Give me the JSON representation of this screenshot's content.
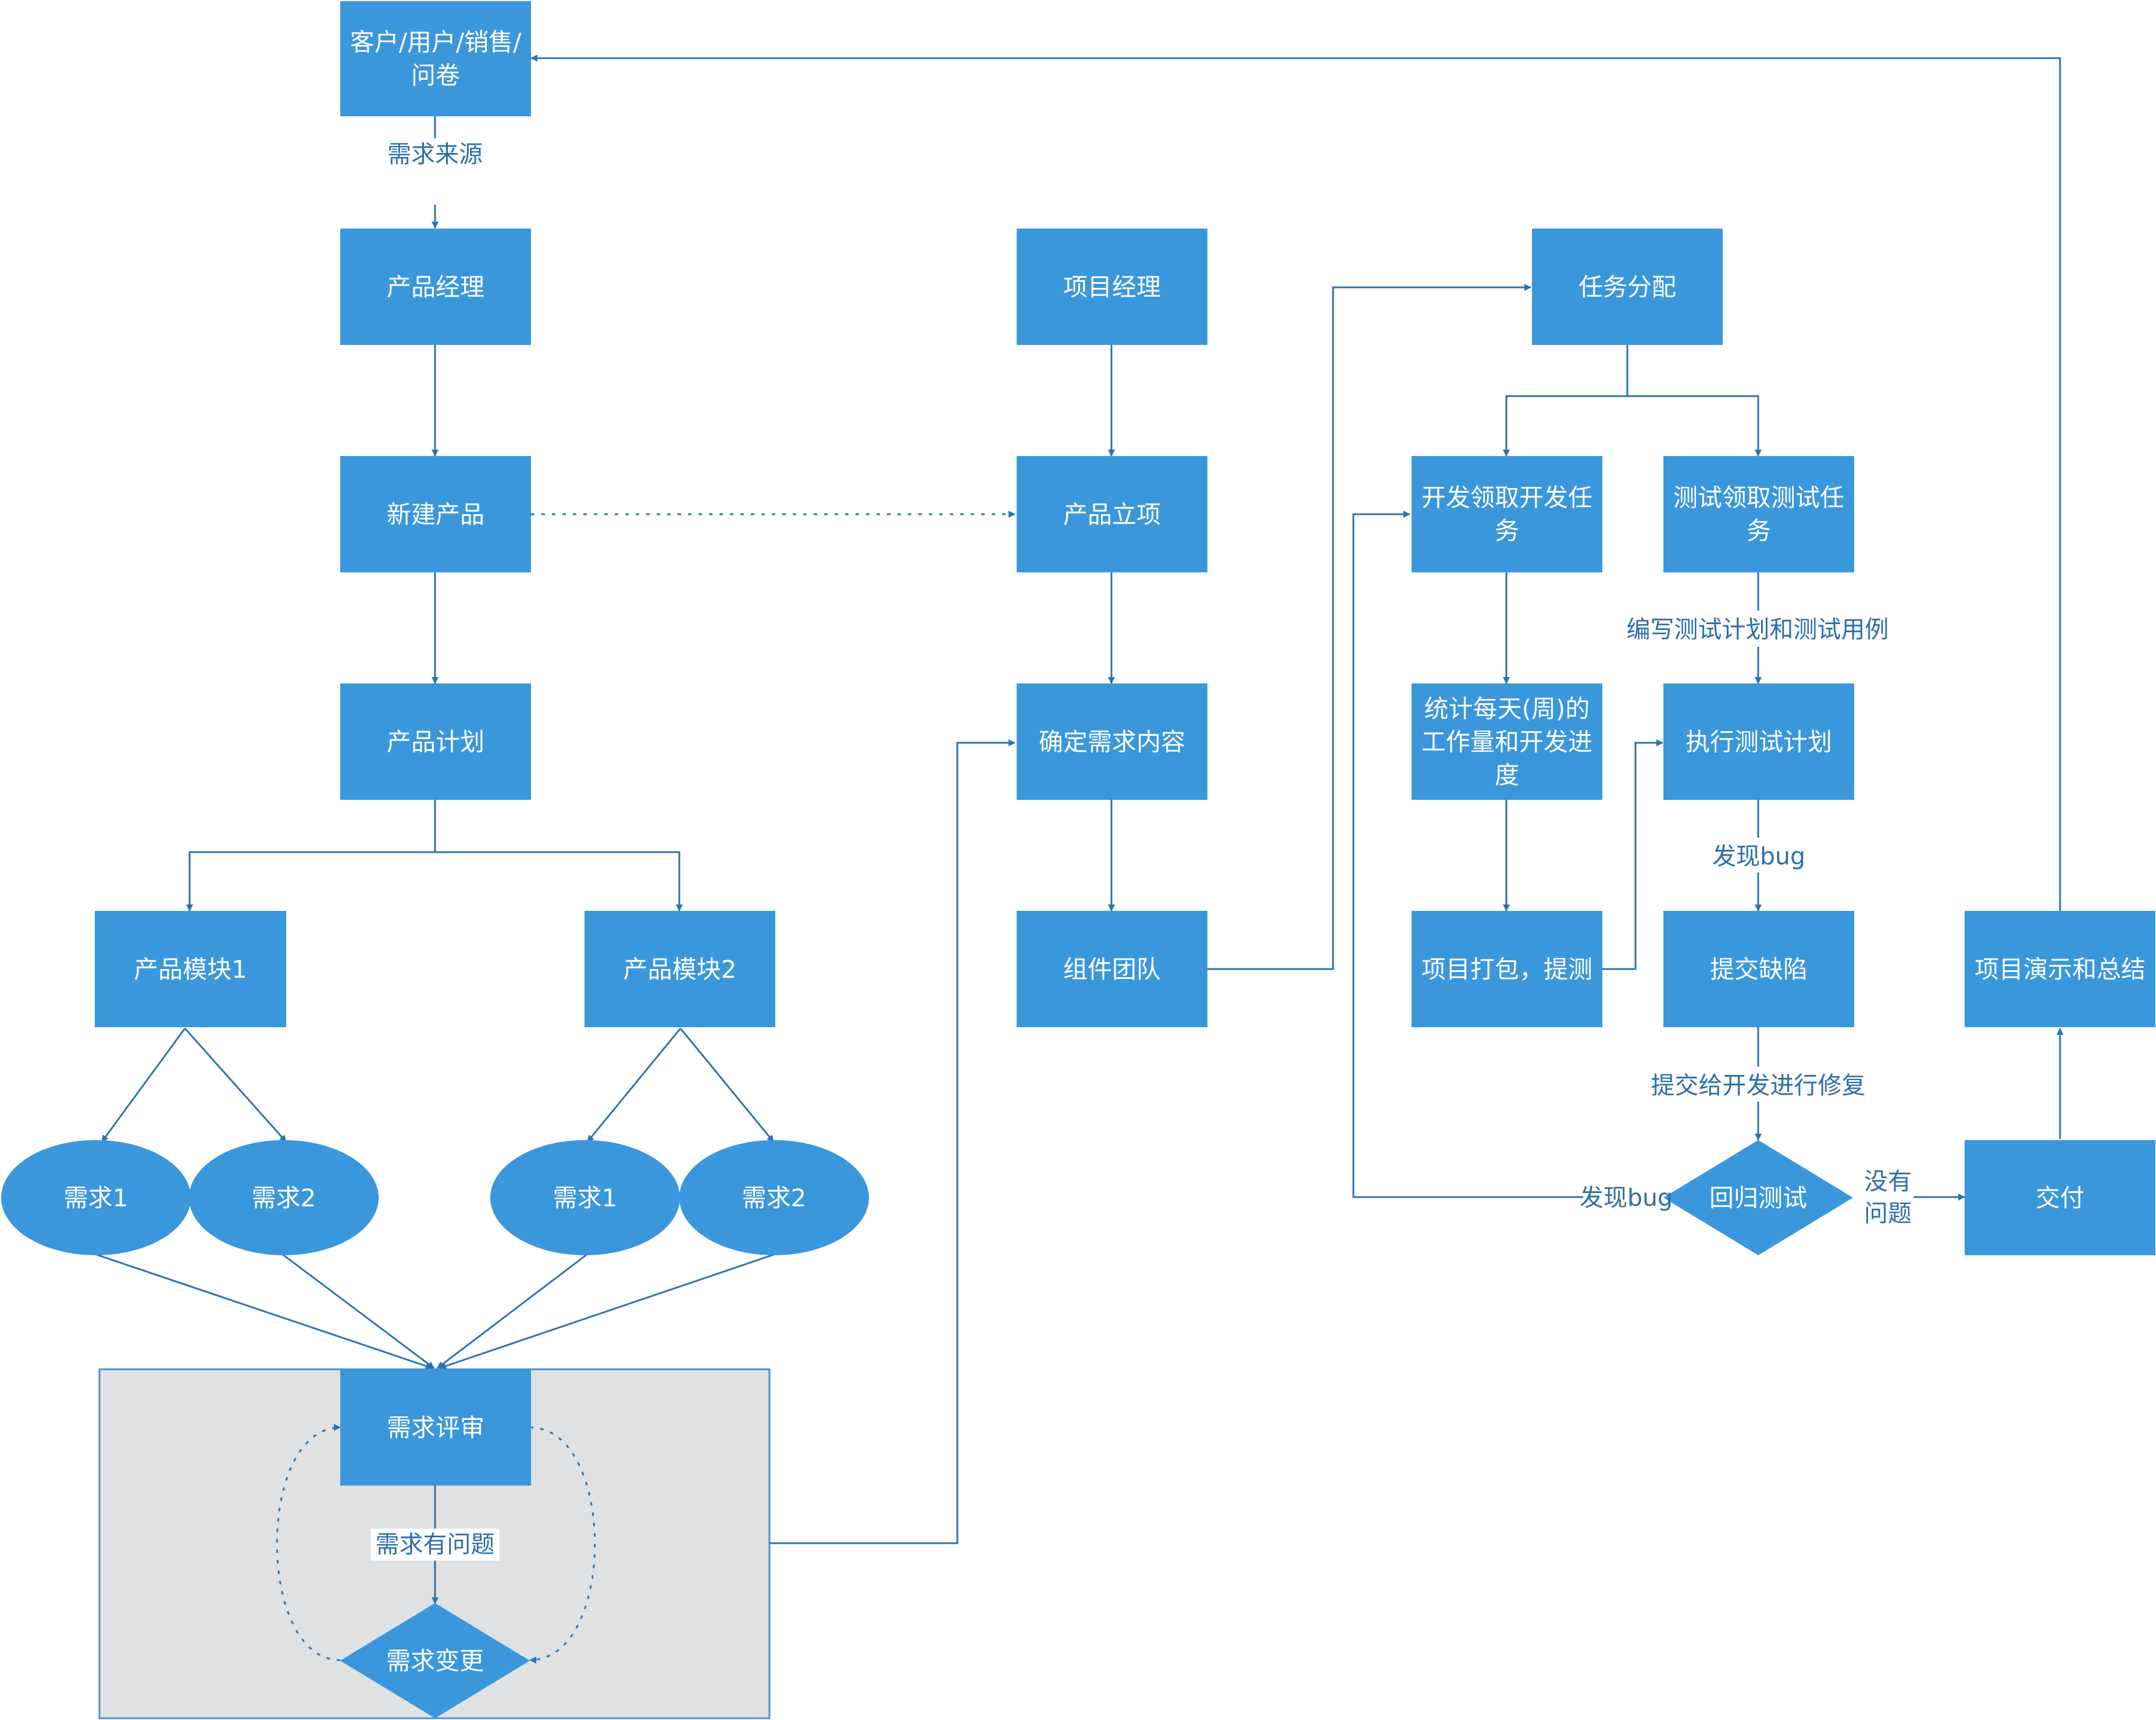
{
  "colors": {
    "node_fill": "#3a97dc",
    "edge": "#2a72b5",
    "label_text": "#2d6fa8",
    "group_fill": "#dfe1e3",
    "group_border": "#4a90d4"
  },
  "nodes": {
    "customer": "客户/用户/销售/问卷",
    "product_manager": "产品经理",
    "new_product": "新建产品",
    "product_plan": "产品计划",
    "module1": "产品模块1",
    "module2": "产品模块2",
    "req1a": "需求1",
    "req2a": "需求2",
    "req1b": "需求1",
    "req2b": "需求2",
    "req_review": "需求评审",
    "req_change": "需求变更",
    "project_manager": "项目经理",
    "project_setup": "产品立项",
    "confirm_req": "确定需求内容",
    "team": "组件团队",
    "task_assign": "任务分配",
    "dev_task": "开发领取开发任务",
    "test_task": "测试领取测试任务",
    "dev_stats": "统计每天(周)的工作量和开发进度",
    "package": "项目打包，提测",
    "exec_test": "执行测试计划",
    "submit_bug": "提交缺陷",
    "regression": "回归测试",
    "deliver": "交付",
    "demo_summary": "项目演示和总结"
  },
  "edge_labels": {
    "req_source": "需求来源",
    "req_problem": "需求有问题",
    "write_test_plan": "编写测试计划和测试用例",
    "found_bug_1": "发现bug",
    "submit_to_dev": "提交给开发进行修复",
    "found_bug_2": "发现bug",
    "no_problem": "没有问题"
  }
}
